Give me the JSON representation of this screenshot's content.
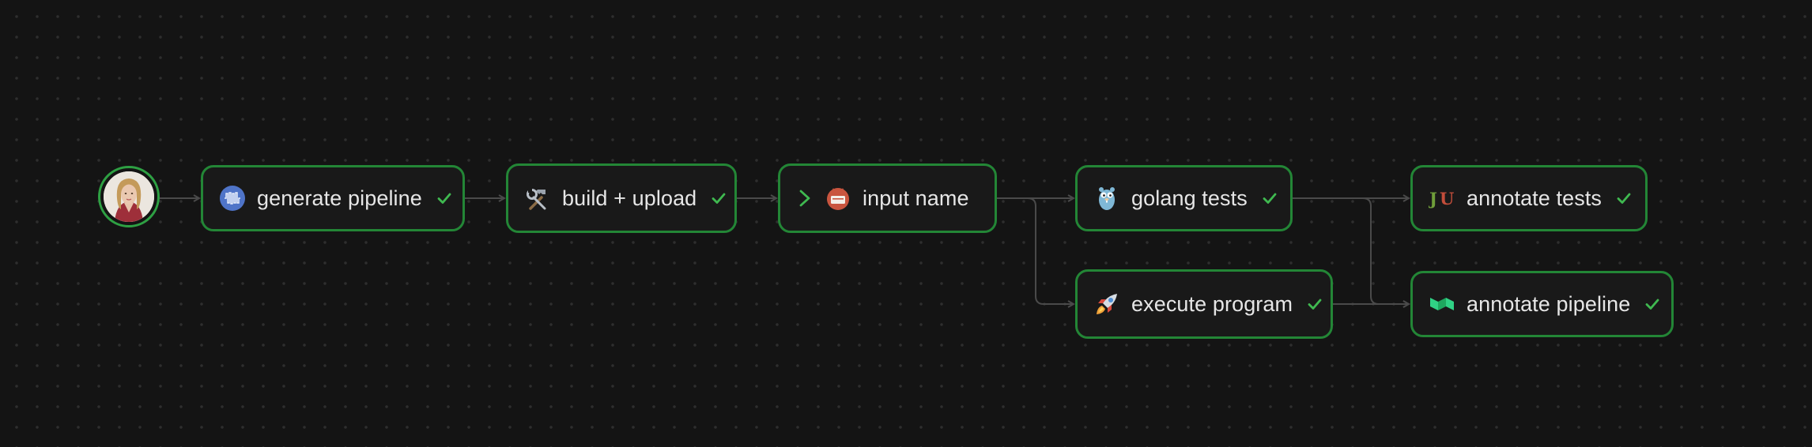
{
  "pipeline": {
    "steps": [
      {
        "label": "generate pipeline",
        "icon": "waveform-icon",
        "status": "passed"
      },
      {
        "label": "build + upload",
        "icon": "hammer-wrench-icon",
        "status": "passed"
      },
      {
        "label": "input name",
        "icon": "input-icon",
        "status": "passed"
      },
      {
        "label": "golang tests",
        "icon": "gopher-icon",
        "status": "passed"
      },
      {
        "label": "execute program",
        "icon": "rocket-icon",
        "status": "passed"
      },
      {
        "label": "annotate tests",
        "icon": "junit-icon",
        "status": "passed"
      },
      {
        "label": "annotate pipeline",
        "icon": "buildkite-icon",
        "status": "passed"
      }
    ]
  },
  "colors": {
    "background": "#141414",
    "node_border": "#238636",
    "check": "#3fb950",
    "edge": "#4a4a4a"
  }
}
